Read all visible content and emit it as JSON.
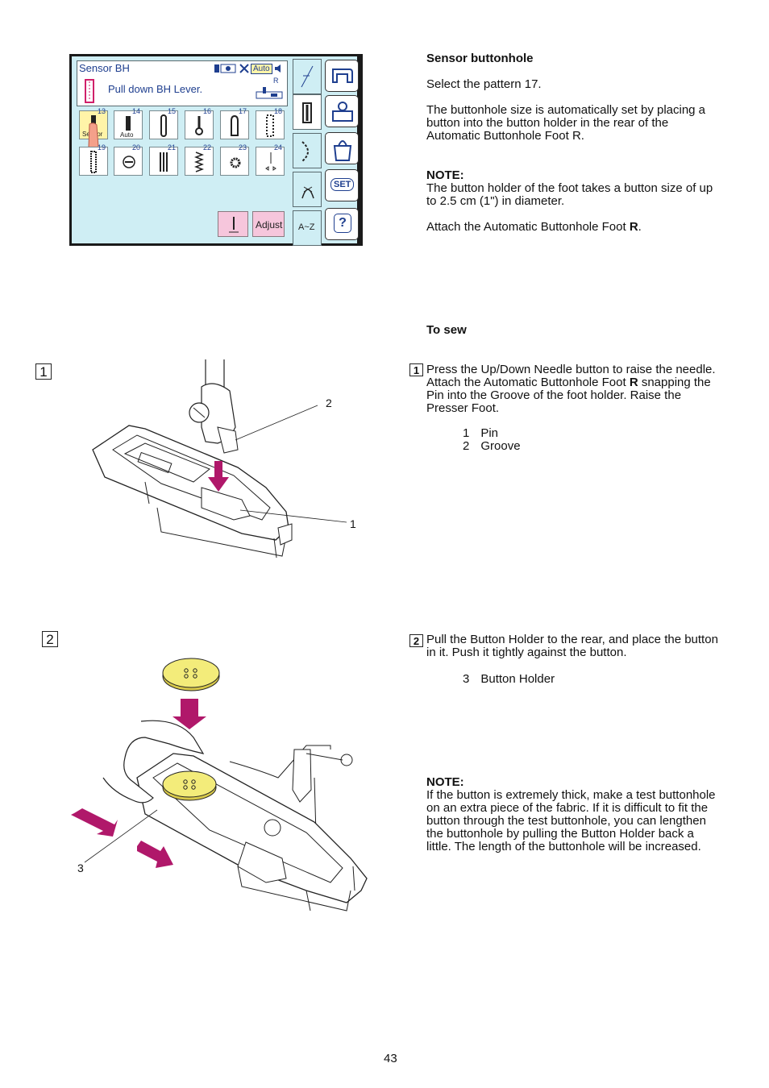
{
  "lcd": {
    "title": "Sensor BH",
    "message": "Pull down BH Lever.",
    "auto_badge": "Auto",
    "foot_letter": "R",
    "stitches": [
      {
        "num": "13",
        "label": "Sensor",
        "selected": true
      },
      {
        "num": "14",
        "label": "Auto"
      },
      {
        "num": "15",
        "label": ""
      },
      {
        "num": "16",
        "label": ""
      },
      {
        "num": "17",
        "label": ""
      },
      {
        "num": "18",
        "label": ""
      },
      {
        "num": "19",
        "label": ""
      },
      {
        "num": "20",
        "label": ""
      },
      {
        "num": "21",
        "label": ""
      },
      {
        "num": "22",
        "label": ""
      },
      {
        "num": "23",
        "label": ""
      },
      {
        "num": "24",
        "label": ""
      }
    ],
    "adjust_label": "Adjust",
    "az_label": "A~Z",
    "set_label": "SET",
    "help_label": "?"
  },
  "right": {
    "heading": "Sensor buttonhole",
    "select_text": "Select the pattern 17.",
    "para1": [
      "The buttonhole size is automatically set by placing a",
      "button into the button holder in the rear of the",
      "Automatic Buttonhole Foot R."
    ],
    "note1_label": "NOTE:",
    "note1_lines": [
      "The button holder of the foot takes a button size of up",
      "to 2.5 cm (1\") in diameter."
    ],
    "attach_prefix": "Attach the Automatic Buttonhole Foot ",
    "attach_bold": "R",
    "attach_suffix": ".",
    "to_sew": "To sew",
    "step1_num": "1",
    "step1_line1": "Press the Up/Down Needle button to raise the needle.",
    "step1_line2_prefix": "Attach the Automatic Buttonhole Foot ",
    "step1_line2_bold": "R",
    "step1_line2_suffix": " snapping the",
    "step1_line3": "Pin into the Groove of the foot holder. Raise the",
    "step1_line4": "Presser Foot.",
    "step1_parts": [
      {
        "num": "1",
        "label": "Pin"
      },
      {
        "num": "2",
        "label": "Groove"
      }
    ],
    "step2_num": "2",
    "step2_lines": [
      "Pull the Button Holder to the rear, and place the button",
      "in it. Push it tightly against the button."
    ],
    "step2_parts": [
      {
        "num": "3",
        "label": "Button Holder"
      }
    ],
    "note2_label": "NOTE:",
    "note2_lines": [
      "If the button is extremely thick, make a test buttonhole",
      "on an extra piece of the fabric. If it is difficult to fit the",
      "button through the test buttonhole, you can lengthen",
      "the buttonhole by pulling the Button Holder back a",
      "little. The length of the buttonhole will be increased."
    ]
  },
  "figures": {
    "fig1_step": "1",
    "fig1_callout_pin": "1",
    "fig1_callout_groove": "2",
    "fig2_step": "2",
    "fig2_callout_holder": "3"
  },
  "page_number": "43",
  "colors": {
    "lcd_bg": "#cfeef4",
    "lcd_text": "#1f3f8f",
    "arrow": "#b0186a",
    "button_yellow": "#f3ec7a",
    "selected_key": "#fff4a8",
    "adjust_pink": "#f6c6dc"
  }
}
